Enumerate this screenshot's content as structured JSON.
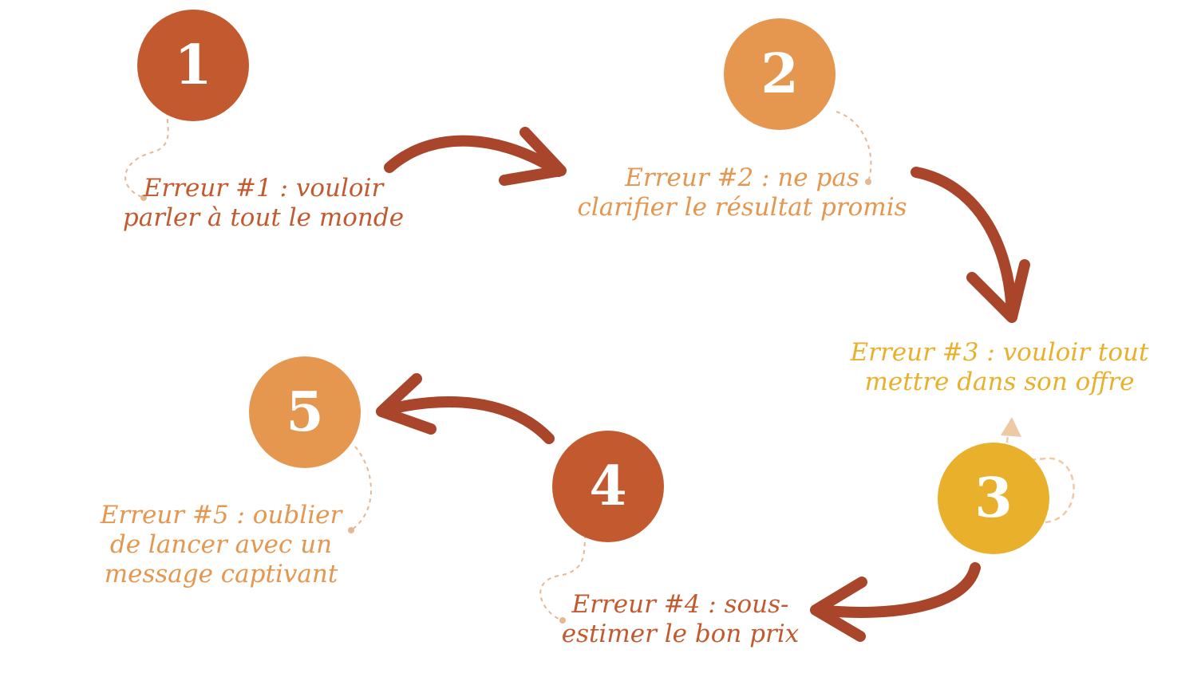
{
  "colors": {
    "rust": "#c35a2f",
    "orange": "#e5964f",
    "yellow": "#e9b12b",
    "arrow": "#a8452a",
    "dot": "#e5b894",
    "dashed_arrow": "#eec9a5"
  },
  "steps": [
    {
      "number": "1",
      "label": "Erreur #1 : vouloir\nparler à tout le monde",
      "color": "#c35a2f"
    },
    {
      "number": "2",
      "label": "Erreur #2 : ne pas\nclarifier le résultat promis",
      "color": "#e5964f"
    },
    {
      "number": "3",
      "label": "Erreur #3 : vouloir tout\nmettre dans son offre",
      "color": "#e9b12b"
    },
    {
      "number": "4",
      "label": "Erreur #4 : sous-\nestimer le bon prix",
      "color": "#c35a2f"
    },
    {
      "number": "5",
      "label": "Erreur #5 : oublier\nde lancer avec un\nmessage captivant",
      "color": "#e5964f"
    }
  ]
}
